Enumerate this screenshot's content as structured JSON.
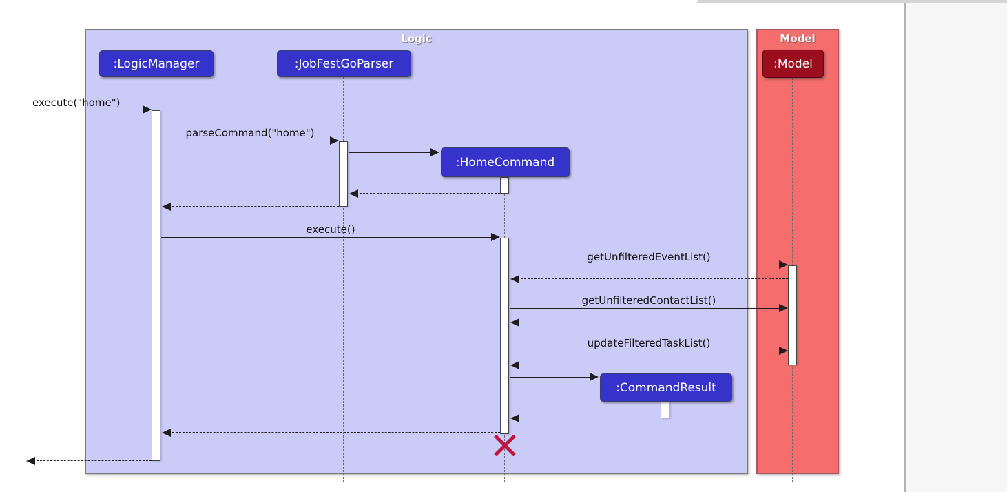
{
  "browser": {
    "scrollbar_color": "#d5d5d5",
    "side_panel_color": "#f6f6f6"
  },
  "diagram": {
    "type": "uml-sequence",
    "frames": [
      {
        "label": "Logic",
        "fill": "#cbcbf7"
      },
      {
        "label": "Model",
        "fill": "#f56d6d"
      }
    ],
    "participants": [
      {
        "id": "logic-manager",
        "label": ":LogicManager",
        "fill": "#3533c9"
      },
      {
        "id": "jobfestgo-parser",
        "label": ":JobFestGoParser",
        "fill": "#3533c9"
      },
      {
        "id": "home-command",
        "label": ":HomeCommand",
        "fill": "#3533c9"
      },
      {
        "id": "command-result",
        "label": ":CommandResult",
        "fill": "#3533c9"
      },
      {
        "id": "model",
        "label": ":Model",
        "fill": "#9a0e20"
      }
    ],
    "messages": [
      {
        "label": "execute(\"home\")",
        "type": "sync",
        "from": "caller",
        "to": "logic-manager"
      },
      {
        "label": "parseCommand(\"home\")",
        "type": "sync",
        "from": "logic-manager",
        "to": "jobfestgo-parser"
      },
      {
        "label": "",
        "type": "create",
        "from": "jobfestgo-parser",
        "to": "home-command"
      },
      {
        "label": "",
        "type": "return",
        "from": "home-command",
        "to": "jobfestgo-parser"
      },
      {
        "label": "",
        "type": "return",
        "from": "jobfestgo-parser",
        "to": "logic-manager"
      },
      {
        "label": "execute()",
        "type": "sync",
        "from": "logic-manager",
        "to": "home-command"
      },
      {
        "label": "getUnfilteredEventList()",
        "type": "sync",
        "from": "home-command",
        "to": "model"
      },
      {
        "label": "",
        "type": "return",
        "from": "model",
        "to": "home-command"
      },
      {
        "label": "getUnfilteredContactList()",
        "type": "sync",
        "from": "home-command",
        "to": "model"
      },
      {
        "label": "",
        "type": "return",
        "from": "model",
        "to": "home-command"
      },
      {
        "label": "updateFilteredTaskList()",
        "type": "sync",
        "from": "home-command",
        "to": "model"
      },
      {
        "label": "",
        "type": "return",
        "from": "model",
        "to": "home-command"
      },
      {
        "label": "",
        "type": "create",
        "from": "home-command",
        "to": "command-result"
      },
      {
        "label": "",
        "type": "return",
        "from": "command-result",
        "to": "home-command"
      },
      {
        "label": "",
        "type": "return",
        "from": "home-command",
        "to": "logic-manager"
      },
      {
        "label": "",
        "type": "return",
        "from": "logic-manager",
        "to": "caller"
      }
    ],
    "destroy_marker": {
      "participant": "home-command",
      "color": "#c1143f"
    }
  }
}
